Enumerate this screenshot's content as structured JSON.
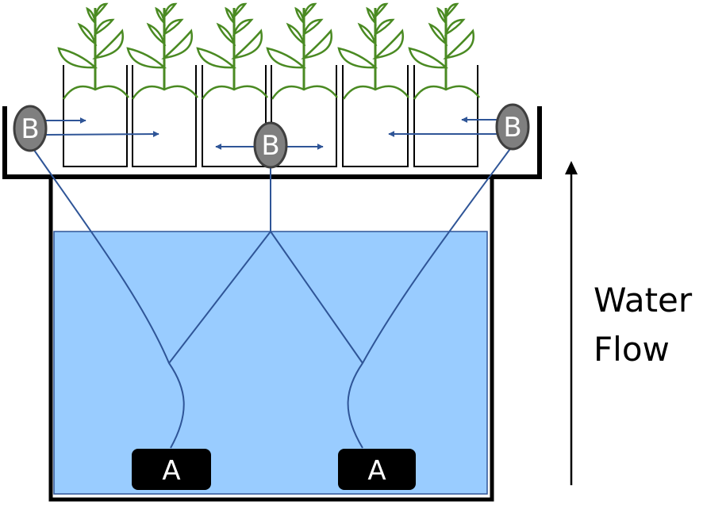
{
  "labels": {
    "pump_left": "A",
    "pump_right": "A",
    "emitter_left": "B",
    "emitter_center": "B",
    "emitter_right": "B",
    "flow_line1": "Water",
    "flow_line2": "Flow"
  },
  "colors": {
    "water": "#99ccff",
    "tube": "#2f5597",
    "arrow": "#2f5597",
    "plant": "#4a8a22",
    "emitter_fill": "#7f7f7f",
    "pump_fill": "#000000",
    "outline": "#000000"
  }
}
